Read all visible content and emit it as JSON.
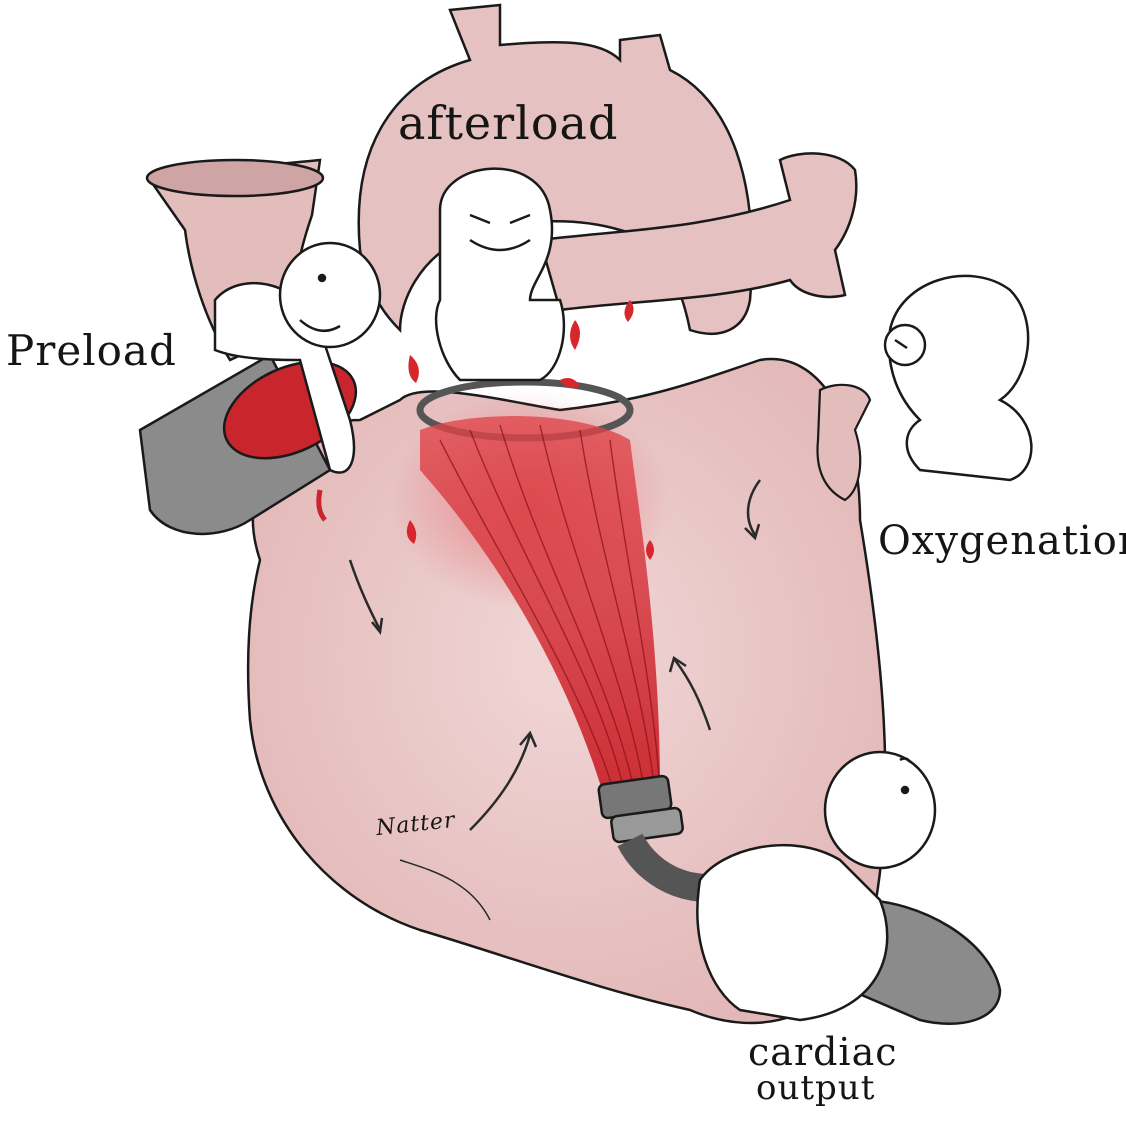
{
  "labels": {
    "afterload": "afterload",
    "preload": "Preload",
    "oxygenation": "Oxygenation",
    "cardiac_output_line1": "cardiac",
    "cardiac_output_line2": "output"
  },
  "signature": "Natter",
  "colors": {
    "heart_fill": "#ecc9c9",
    "heart_shadow": "#dfb1b1",
    "blood_red": "#d7262c",
    "outline": "#1a1a1a",
    "bucket_gray": "#8b8b8b",
    "figure_fill": "#ffffff"
  },
  "icons": [
    "heart-illustration",
    "bucket-icon",
    "hose-icon",
    "arrow-icon"
  ]
}
